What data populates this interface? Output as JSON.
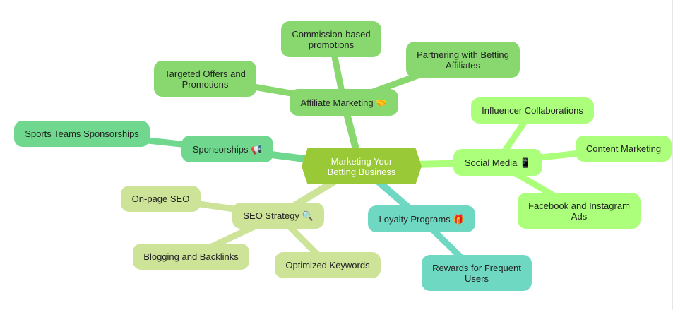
{
  "root": {
    "label": "Marketing Your Betting Business"
  },
  "branches": {
    "affiliate": {
      "label": "Affiliate Marketing 🤝",
      "children": [
        "Commission-based promotions",
        "Partnering with Betting Affiliates",
        "Targeted Offers and Promotions"
      ]
    },
    "sponsorships": {
      "label": "Sponsorships 📢",
      "children": [
        "Sports Teams Sponsorships"
      ]
    },
    "seo": {
      "label": "SEO Strategy 🔍",
      "children": [
        "On-page SEO",
        "Blogging and Backlinks",
        "Optimized Keywords"
      ]
    },
    "loyalty": {
      "label": "Loyalty Programs 🎁",
      "children": [
        "Rewards for Frequent Users"
      ]
    },
    "social": {
      "label": "Social Media 📱",
      "children": [
        "Influencer Collaborations",
        "Content Marketing",
        "Facebook and Instagram Ads"
      ]
    }
  },
  "colors": {
    "root": "#99c937",
    "affiliate": "#88d86f",
    "sponsorships": "#6fd88e",
    "seo": "#cde398",
    "loyalty": "#6fd8c2",
    "social": "#acff7a",
    "root_text": "#ffffff",
    "text": "#222222"
  }
}
